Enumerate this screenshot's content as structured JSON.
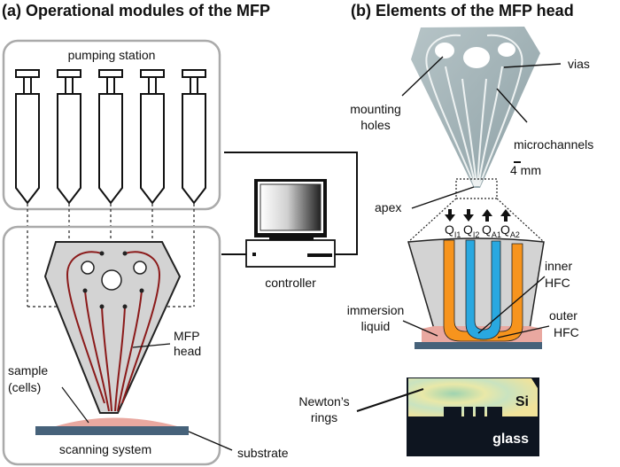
{
  "panel_a": {
    "title": "(a)  Operational modules of the MFP",
    "pumping_station_label": "pumping station",
    "syringe_count": 5,
    "controller_label": "controller",
    "mfp_head_label_1": "MFP",
    "mfp_head_label_2": "head",
    "sample_label_1": "sample",
    "sample_label_2": "(cells)",
    "scanning_system_label": "scanning system",
    "substrate_label": "substrate"
  },
  "panel_b": {
    "title": "(b)  Elements of the MFP head",
    "vias_label": "vias",
    "mounting_holes_label_1": "mounting",
    "mounting_holes_label_2": "holes",
    "microchannels_label": "microchannels",
    "scale_bar_label": "4 mm",
    "apex_label": "apex",
    "flows": [
      {
        "symbol": "Q",
        "subscript": "I1",
        "direction": "down"
      },
      {
        "symbol": "Q",
        "subscript": "I2",
        "direction": "down"
      },
      {
        "symbol": "Q",
        "subscript": "A1",
        "direction": "up"
      },
      {
        "symbol": "Q",
        "subscript": "A2",
        "direction": "up"
      }
    ],
    "inner_hfc_label_1": "inner",
    "inner_hfc_label_2": "HFC",
    "outer_hfc_label_1": "outer",
    "outer_hfc_label_2": "HFC",
    "immersion_label_1": "immersion",
    "immersion_label_2": "liquid",
    "newtons_label_1": "Newton’s",
    "newtons_label_2": "rings",
    "si_label": "Si",
    "glass_label": "glass"
  },
  "colors": {
    "channel_red": "#8b1a1a",
    "outer_hfc_orange": "#f7941d",
    "inner_hfc_blue": "#29a8e0",
    "substrate_blue": "#46627a",
    "sample_pink": "#e9a8a0",
    "head_gray": "#d3d3d3",
    "frame_gray": "#aaaaaa",
    "photo_head": "#9fb0b4"
  }
}
